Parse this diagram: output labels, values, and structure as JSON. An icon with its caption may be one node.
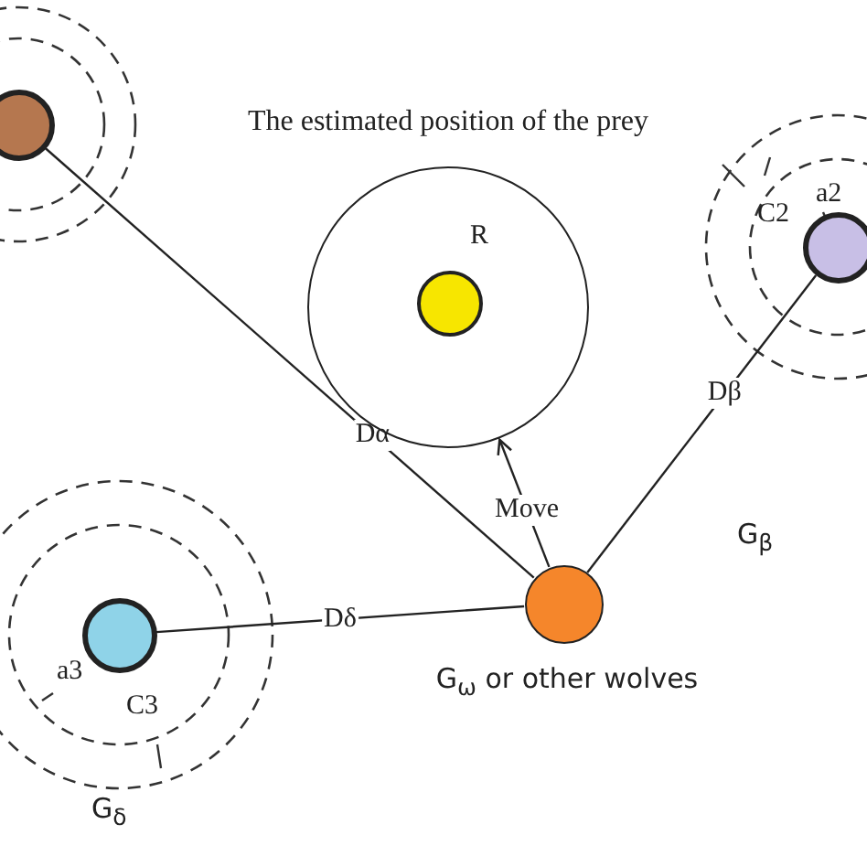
{
  "diagram": {
    "nodes": [
      {
        "text": [],
        "shape": "circle"
      },
      {
        "text": [
          "The estimated position of the prey"
        ]
      },
      {
        "text": [],
        "shape": "circle",
        "in": 1
      },
      {
        "text": [],
        "shape": "circle"
      },
      {
        "text": [],
        "shape": "circle"
      },
      {
        "text": [],
        "shape": "circle",
        "beside": [
          "G$_{ω}$ or other wolves"
        ]
      }
    ],
    "edges": [
      {
        "from": 5,
        "to": 0,
        "arrow": "none",
        "label": "Dα"
      },
      {
        "from": 5,
        "to": 1,
        "arrow": "to",
        "label": "Move"
      },
      {
        "from": 5,
        "to": 3,
        "arrow": "none",
        "label": "Dβ"
      },
      {
        "from": 5,
        "to": 4,
        "arrow": "none",
        "label": "Dδ"
      }
    ],
    "labels": [
      "a2",
      "C2",
      "R",
      "G$_{β}$",
      "a3",
      "C3",
      "G$_{δ}$"
    ]
  }
}
